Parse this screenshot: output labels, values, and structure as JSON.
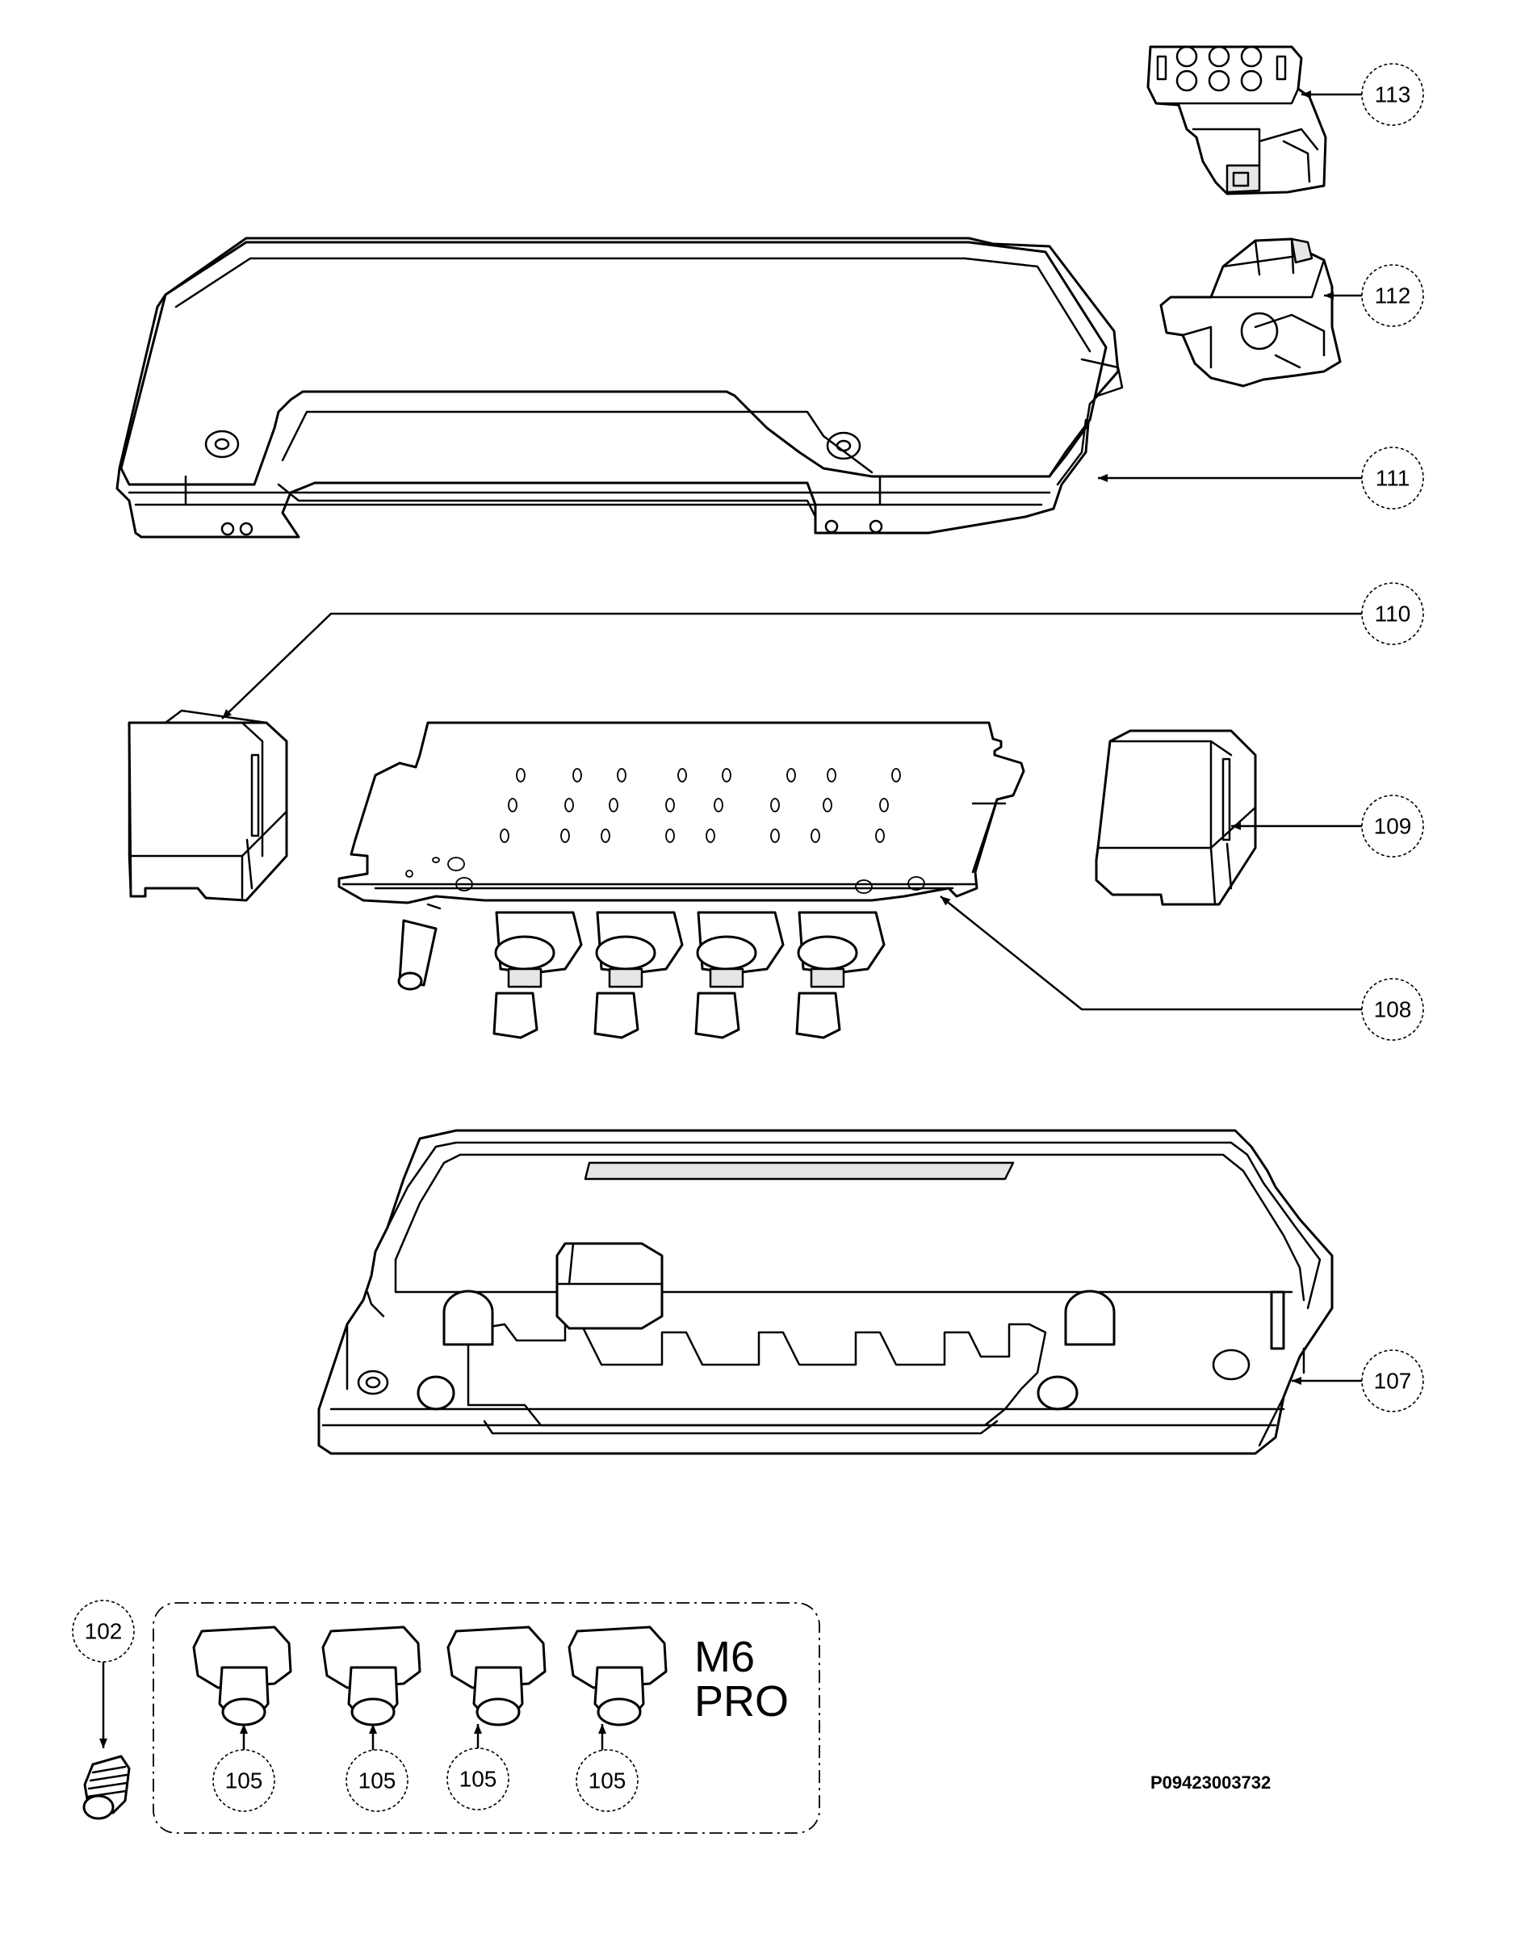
{
  "callouts": {
    "c113": "113",
    "c112": "112",
    "c111": "111",
    "c110": "110",
    "c109": "109",
    "c108": "108",
    "c107": "107",
    "c102": "102",
    "c105a": "105",
    "c105b": "105",
    "c105c": "105",
    "c105d": "105"
  },
  "model": {
    "line1": "M6",
    "line2": "PRO"
  },
  "drawing_code": "P09423003732"
}
